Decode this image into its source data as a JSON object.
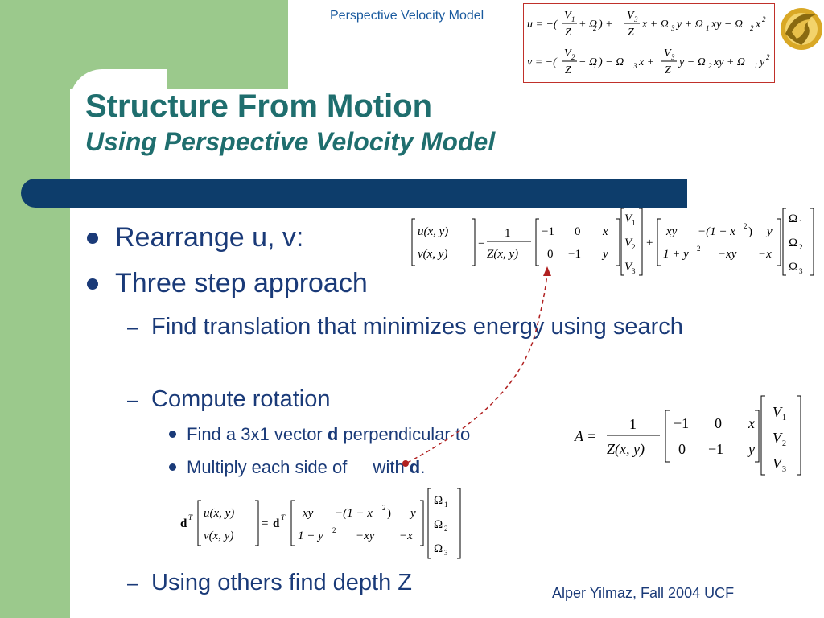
{
  "header": {
    "title": "Perspective Velocity Model"
  },
  "header_eq": {
    "u": [
      "u = −(",
      "V",
      "1",
      "Z",
      "+ Ω",
      "2",
      ") +",
      "V",
      "3",
      "Z",
      "x + Ω",
      "3",
      "y + Ω",
      "1",
      "xy − Ω",
      "2",
      "x",
      "2"
    ],
    "v": [
      "v = −(",
      "V",
      "2",
      "Z",
      "− Ω",
      "1",
      ") − Ω",
      "3",
      "x +",
      "V",
      "3",
      "Z",
      "y − Ω",
      "2",
      "xy + Ω",
      "1",
      "y",
      "2"
    ]
  },
  "slide": {
    "title": "Structure From Motion",
    "subtitle": "Using Perspective Velocity Model"
  },
  "bullets": {
    "b1": "Rearrange u, v:",
    "b2": "Three step approach",
    "s1": "Find translation that minimizes energy using search",
    "s2": "Compute rotation",
    "s2a_pre": "Find a 3x1 vector ",
    "s2a_bold": "d",
    "s2a_post": " perpendicular to",
    "s2b_pre": "Multiply each side of ",
    "s2b_post": " with ",
    "s2b_bold": "d",
    "s2b_end": ".",
    "s3": "Using others find depth Z",
    "dash": "–"
  },
  "matrices": {
    "lhs": [
      "u(x, y)",
      "v(x, y)"
    ],
    "eq": "=",
    "frac_num": "1",
    "frac_den": "Z(x, y)",
    "m1": [
      [
        "−1",
        "0",
        "x"
      ],
      [
        "0",
        "−1",
        "y"
      ]
    ],
    "V": [
      "V",
      "V",
      "V"
    ],
    "Vsub": [
      "1",
      "2",
      "3"
    ],
    "plus": "+",
    "m2": [
      [
        "xy",
        "−(1 + x",
        ")",
        "y"
      ],
      [
        "1 + y",
        "−xy",
        "−x"
      ]
    ],
    "sq": "2",
    "Om": [
      "Ω",
      "Ω",
      "Ω"
    ],
    "A_label": "A =",
    "dT": "d",
    "T": "T"
  },
  "footer": {
    "credit": "Alper Yilmaz, Fall 2004 UCF"
  },
  "colors": {
    "green": "#9bc98c",
    "navy": "#0d3d6b",
    "teal": "#1f6e6e",
    "text": "#1a3a78",
    "red": "#c0302a"
  }
}
